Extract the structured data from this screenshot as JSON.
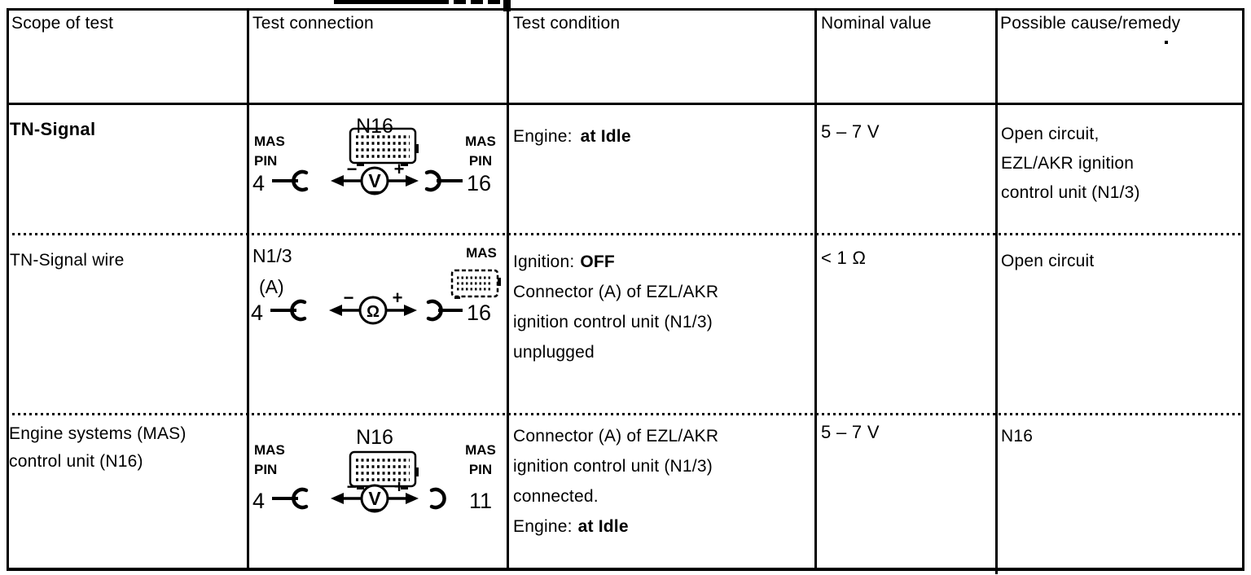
{
  "headers": {
    "scope": "Scope of test",
    "connection": "Test connection",
    "condition": "Test condition",
    "nominal": "Nominal value",
    "remedy": "Possible cause/remedy"
  },
  "rows": [
    {
      "scope": "TN-Signal",
      "connection": {
        "left_label_top": "MAS",
        "left_label_bottom": "PIN",
        "left_pin": "4",
        "device_label": "N16",
        "meter_symbol": "V",
        "meter_minus": "−",
        "meter_plus": "+",
        "right_label_top": "MAS",
        "right_label_bottom": "PIN",
        "right_pin": "16"
      },
      "condition": {
        "line1_prefix": "Engine:",
        "line1_bold": "at Idle"
      },
      "nominal": "5 – 7 V",
      "remedy_lines": [
        "Open circuit,",
        "EZL/AKR ignition",
        "control unit (N1/3)"
      ]
    },
    {
      "scope": "TN-Signal wire",
      "connection": {
        "left_label_top": "N1/3",
        "left_label_bottom": "(A)",
        "left_pin": "4",
        "meter_symbol": "Ω",
        "meter_minus": "−",
        "meter_plus": "+",
        "right_label_top": "MAS",
        "right_pin": "16"
      },
      "condition": {
        "line1_prefix": "Ignition:",
        "line1_bold": "OFF",
        "line2": "Connector (A) of EZL/AKR",
        "line3": "ignition control unit (N1/3)",
        "line4": "unplugged"
      },
      "nominal": "< 1 Ω",
      "remedy_lines": [
        "Open circuit"
      ]
    },
    {
      "scope_lines": [
        "Engine systems (MAS)",
        "control unit (N16)"
      ],
      "connection": {
        "left_label_top": "MAS",
        "left_label_bottom": "PIN",
        "left_pin": "4",
        "device_label": "N16",
        "meter_symbol": "V",
        "meter_minus": "−",
        "meter_plus": "+",
        "right_label_top": "MAS",
        "right_label_bottom": "PIN",
        "right_pin": "11"
      },
      "condition": {
        "line1": "Connector (A) of EZL/AKR",
        "line2": "ignition control unit (N1/3)",
        "line3": "connected.",
        "line4_prefix": "Engine:",
        "line4_bold": "at Idle"
      },
      "nominal": "5 – 7 V",
      "remedy_lines": [
        "N16"
      ]
    }
  ]
}
